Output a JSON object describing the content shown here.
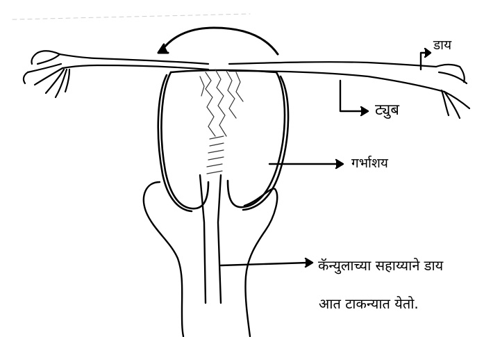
{
  "diagram": {
    "labels": {
      "dye": "डाय",
      "tube": "ट्युब",
      "uterus": "गर्भाशय",
      "cannula_line1": "कॅन्युलाच्या सहाय्याने डाय",
      "cannula_line2": "आत टाकन्यात येतो."
    },
    "colors": {
      "ink": "#000000",
      "paper": "#ffffff"
    }
  }
}
